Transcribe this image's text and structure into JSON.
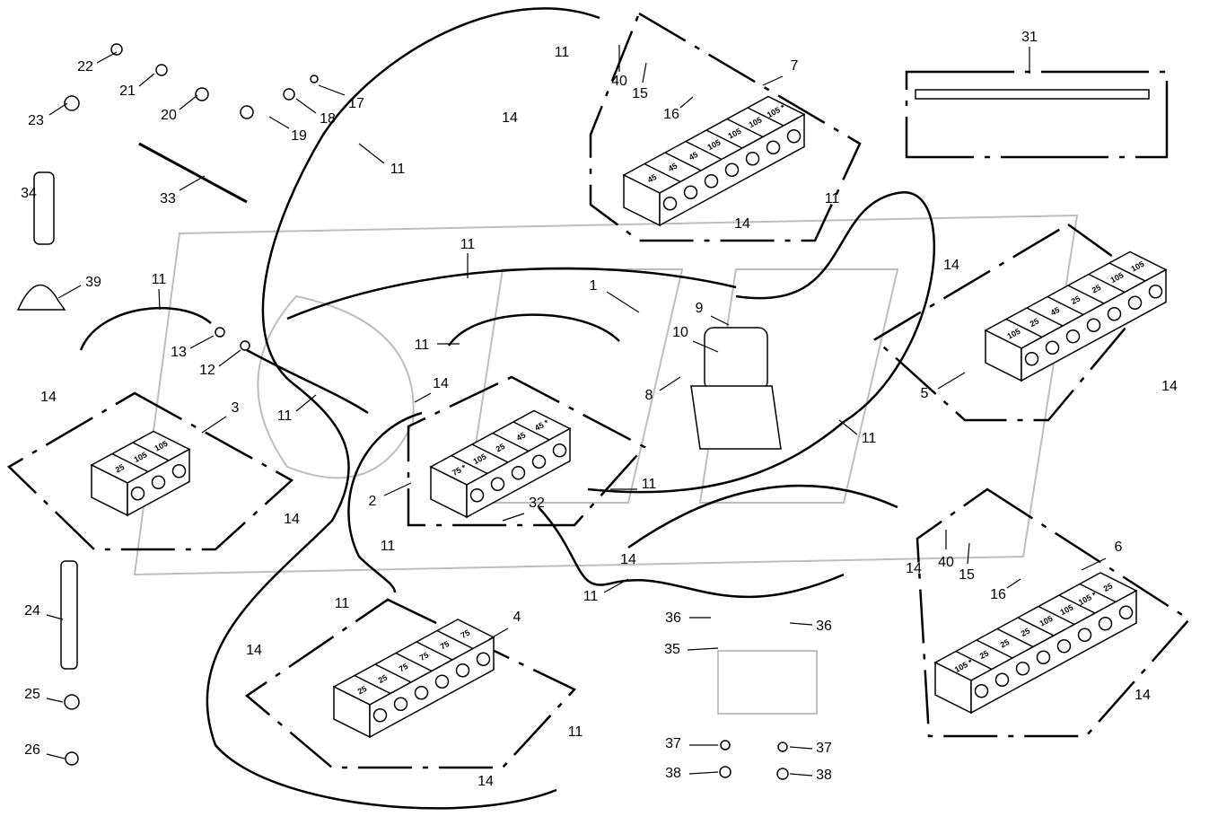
{
  "callouts": [
    "22",
    "21",
    "23",
    "20",
    "19",
    "18",
    "17",
    "34",
    "33",
    "39",
    "11",
    "13",
    "12",
    "14",
    "3",
    "11",
    "14",
    "11",
    "2",
    "32",
    "11",
    "14",
    "24",
    "25",
    "26",
    "11",
    "14",
    "4",
    "11",
    "14",
    "1",
    "9",
    "10",
    "8",
    "11",
    "11",
    "14",
    "11",
    "5",
    "14",
    "14",
    "6",
    "40",
    "15",
    "16",
    "14",
    "14",
    "36",
    "36",
    "35",
    "37",
    "38",
    "37",
    "38",
    "11",
    "11",
    "11",
    "14",
    "40",
    "15",
    "16",
    "7",
    "11",
    "14",
    "31"
  ],
  "blocks": [
    {
      "ref": "7",
      "segments": [
        "45",
        "45",
        "45",
        "105",
        "105",
        "105",
        "105 *"
      ]
    },
    {
      "ref": "5",
      "segments": [
        "105",
        "25",
        "45",
        "25",
        "25",
        "105",
        "105"
      ]
    },
    {
      "ref": "6",
      "segments": [
        "105 *",
        "25",
        "25",
        "25",
        "105",
        "105",
        "105 *",
        "25"
      ]
    },
    {
      "ref": "2",
      "segments": [
        "75 *",
        "105",
        "25",
        "45",
        "45 *"
      ]
    },
    {
      "ref": "4",
      "segments": [
        "25",
        "25",
        "75",
        "75",
        "75",
        "75"
      ]
    },
    {
      "ref": "3",
      "segments": [
        "25",
        "105",
        "105"
      ]
    }
  ],
  "colors": {
    "line": "#000000",
    "watermark": "#bdbdbd"
  }
}
